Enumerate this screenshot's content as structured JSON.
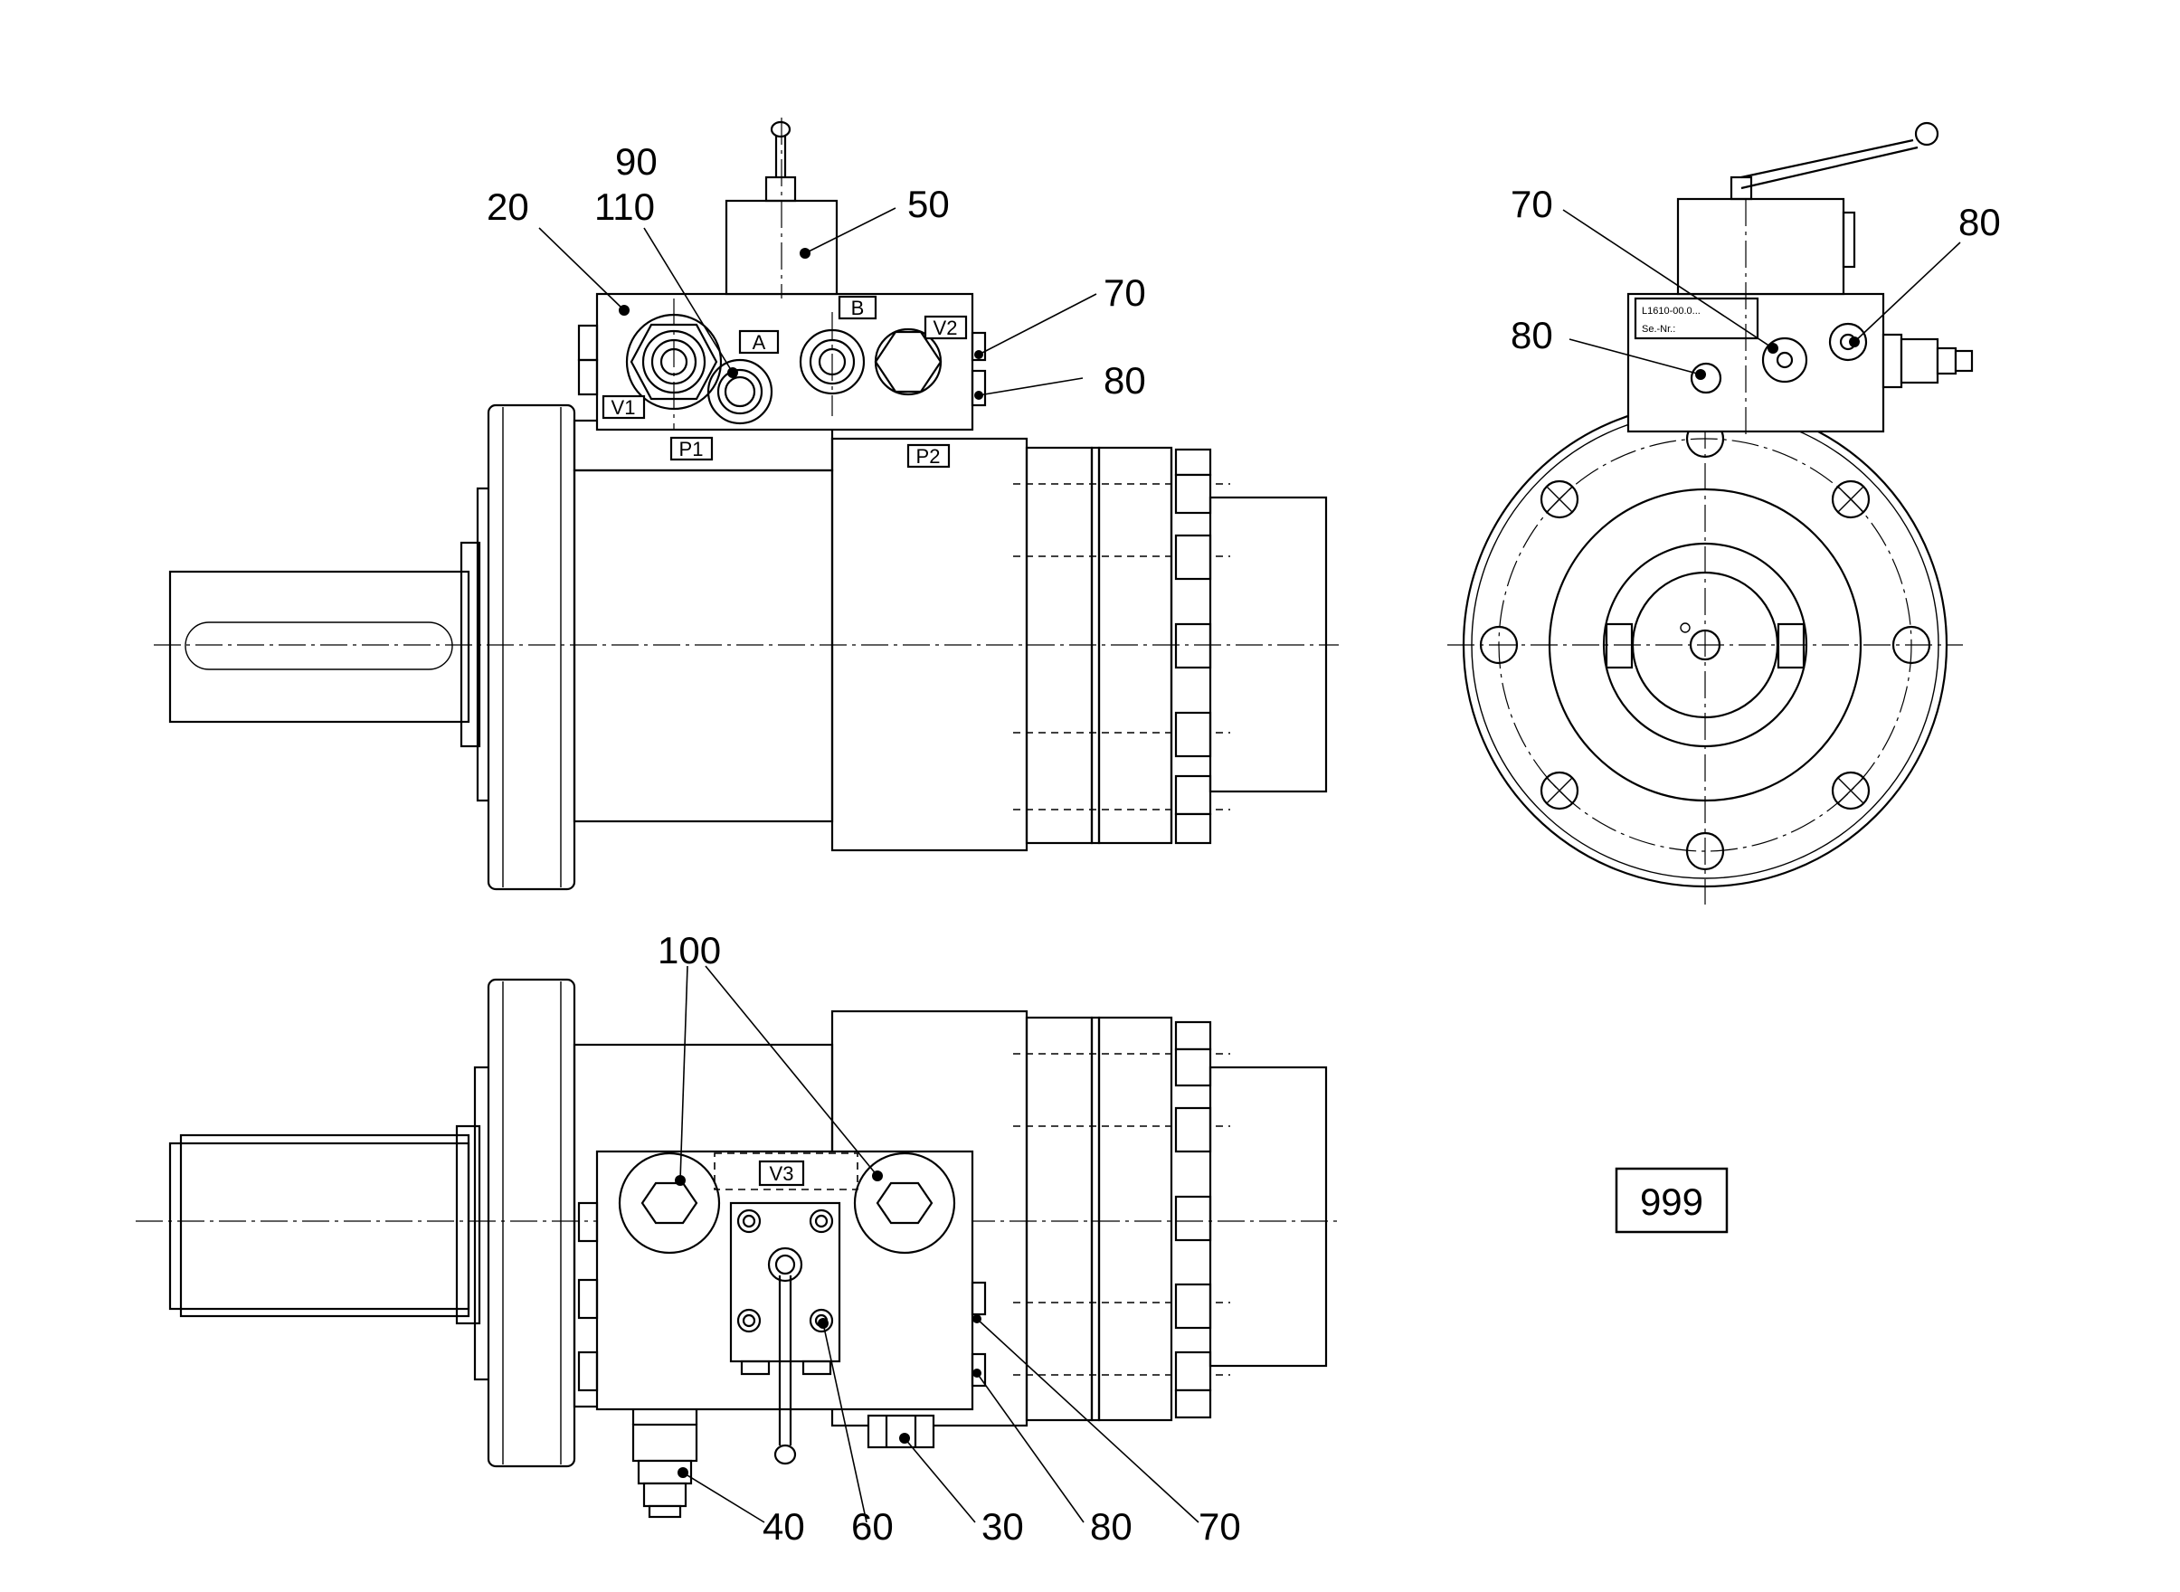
{
  "callouts": {
    "c20": "20",
    "c90": "90",
    "c110": "110",
    "c50": "50",
    "c70_top": "70",
    "c80_top": "80",
    "c70_side": "70",
    "c80_side_right": "80",
    "c80_side_left": "80",
    "c100": "100",
    "c40": "40",
    "c60": "60",
    "c30": "30",
    "c80_bottom": "80",
    "c70_bottom": "70"
  },
  "ports": {
    "b": "B",
    "a": "A",
    "v2": "V2",
    "v1": "V1",
    "p1": "P1",
    "p2": "P2",
    "v3": "V3"
  },
  "nameplate": {
    "line1": "L1610-00.0...",
    "line2": "Se.-Nr.:"
  },
  "title_box": "999"
}
